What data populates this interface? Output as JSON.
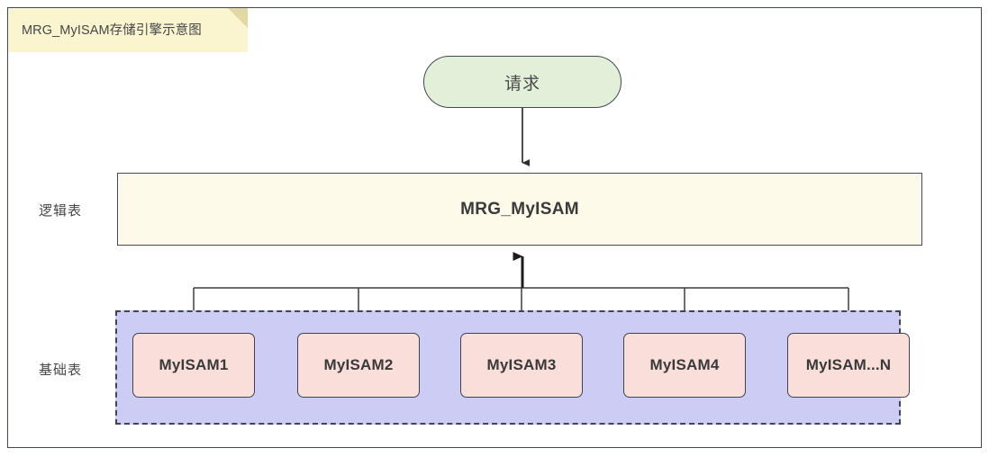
{
  "diagram": {
    "title_note": "MRG_MyISAM存储引擎示意图",
    "request": {
      "label": "请求",
      "shape": "stadium",
      "fill": "#e3f0d9"
    },
    "rows": [
      {
        "caption": "逻辑表"
      },
      {
        "caption": "基础表"
      }
    ],
    "logical_table": {
      "label": "MRG_MyISAM",
      "fill": "#fdfaea"
    },
    "base_group": {
      "fill": "#ccccf4",
      "border_style": "dashed",
      "border_color": "#3e4654"
    },
    "base_tables": [
      {
        "label": "MyISAM1"
      },
      {
        "label": "MyISAM2"
      },
      {
        "label": "MyISAM3"
      },
      {
        "label": "MyISAM4"
      },
      {
        "label": "MyISAM...N"
      }
    ],
    "connectors": [
      {
        "name": "request-to-logical",
        "from": "请求",
        "to": "MRG_MyISAM",
        "direction": "down",
        "arrow": true
      },
      {
        "name": "base-to-logical",
        "from": "基础表",
        "to": "MRG_MyISAM",
        "direction": "up",
        "arrow": true
      }
    ],
    "colors": {
      "frame": "#40485a",
      "note": "#fbf5cf",
      "note_fold": "#e2d8a4",
      "leaf_fill": "#f9ded9",
      "stroke": "#3f4550",
      "background": "#ffffff"
    }
  }
}
